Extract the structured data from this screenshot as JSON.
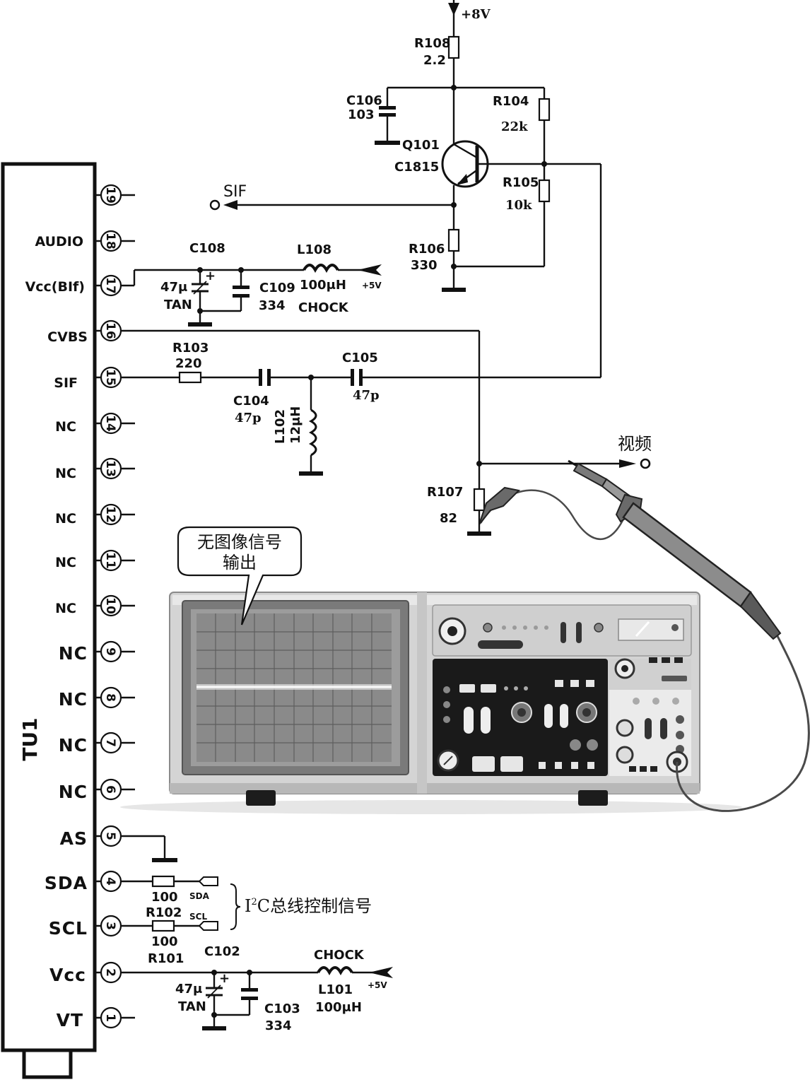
{
  "module": {
    "name": "TU1",
    "pins": [
      {
        "num": "19",
        "label": ""
      },
      {
        "num": "18",
        "label": "AUDIO"
      },
      {
        "num": "17",
        "label": "Vcc(BIf)"
      },
      {
        "num": "16",
        "label": "CVBS"
      },
      {
        "num": "15",
        "label": "SIF"
      },
      {
        "num": "14",
        "label": "NC"
      },
      {
        "num": "13",
        "label": "NC"
      },
      {
        "num": "12",
        "label": "NC"
      },
      {
        "num": "11",
        "label": "NC"
      },
      {
        "num": "10",
        "label": "NC"
      },
      {
        "num": "9",
        "label": "NC"
      },
      {
        "num": "8",
        "label": "NC"
      },
      {
        "num": "7",
        "label": "NC"
      },
      {
        "num": "6",
        "label": "NC"
      },
      {
        "num": "5",
        "label": "AS"
      },
      {
        "num": "4",
        "label": "SDA"
      },
      {
        "num": "3",
        "label": "SCL"
      },
      {
        "num": "2",
        "label": "Vcc"
      },
      {
        "num": "1",
        "label": "VT"
      }
    ]
  },
  "supply": {
    "plus8v": "+8V",
    "plus5v_top": "+5V",
    "plus5v_bottom": "+5V"
  },
  "components": {
    "R108": {
      "ref": "R108",
      "value": "2.2"
    },
    "C106": {
      "ref": "C106",
      "value": "103"
    },
    "R104": {
      "ref": "R104",
      "value": "22k"
    },
    "Q101": {
      "ref": "Q101",
      "value": "C1815"
    },
    "R105": {
      "ref": "R105",
      "value": "10k"
    },
    "R106": {
      "ref": "R106",
      "value": "330"
    },
    "C108": {
      "ref": "C108",
      "value": "47μ",
      "type": "TAN"
    },
    "C109": {
      "ref": "C109",
      "value": "334"
    },
    "L108": {
      "ref": "L108",
      "value": "100μH",
      "note": "CHOCK"
    },
    "R103": {
      "ref": "R103",
      "value": "220"
    },
    "C104": {
      "ref": "C104",
      "value": "47p"
    },
    "C105": {
      "ref": "C105",
      "value": "47p"
    },
    "L102": {
      "ref": "L102",
      "value": "12μH"
    },
    "R107": {
      "ref": "R107",
      "value": "82"
    },
    "R101": {
      "ref": "R101",
      "value": "100"
    },
    "R102": {
      "ref": "R102",
      "value": "100"
    },
    "C102": {
      "ref": "C102",
      "value": "47μ",
      "type": "TAN"
    },
    "C103": {
      "ref": "C103",
      "value": "334"
    },
    "L101": {
      "ref": "L101",
      "value": "100μH",
      "note": "CHOCK"
    }
  },
  "signals": {
    "sif": "SIF",
    "video": "视频",
    "sda": "SDA",
    "scl": "SCL"
  },
  "annotations": {
    "bus_prefix": "I",
    "bus_sup": "2",
    "bus_rest": "C总线控制信号",
    "callout_line1": "无图像信号",
    "callout_line2": "输出"
  },
  "colors": {
    "line": "#111111",
    "scope_body": "#d8d8d8",
    "scope_screen": "#8e8e8e",
    "trace": "#f4f4f4",
    "panel_dark": "#1a1a1a"
  }
}
